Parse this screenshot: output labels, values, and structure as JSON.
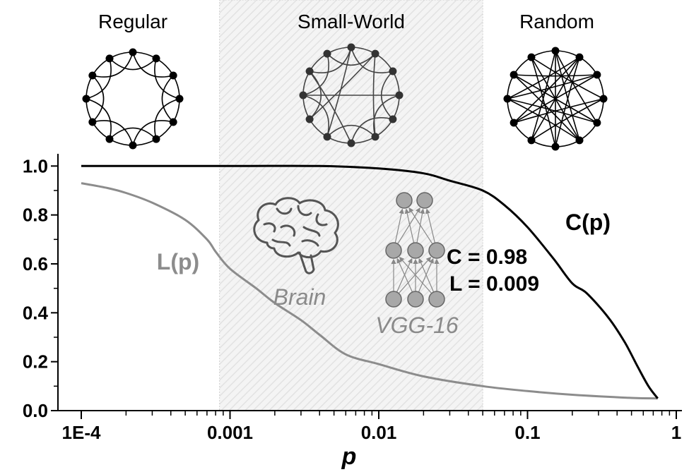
{
  "chart_data": {
    "type": "line",
    "title": "",
    "xlabel": "p",
    "ylabel": "",
    "xscale": "log",
    "xlim": [
      0.0001,
      1
    ],
    "ylim": [
      0,
      1.05
    ],
    "grid": false,
    "x_ticks": [
      {
        "value": 0.0001,
        "label": "1E-4"
      },
      {
        "value": 0.001,
        "label": "0.001"
      },
      {
        "value": 0.01,
        "label": "0.01"
      },
      {
        "value": 0.1,
        "label": "0.1"
      },
      {
        "value": 1,
        "label": "1"
      }
    ],
    "y_ticks": [
      {
        "value": 0.0,
        "label": "0.0"
      },
      {
        "value": 0.2,
        "label": "0.2"
      },
      {
        "value": 0.4,
        "label": "0.4"
      },
      {
        "value": 0.6,
        "label": "0.6"
      },
      {
        "value": 0.8,
        "label": "0.8"
      },
      {
        "value": 1.0,
        "label": "1.0"
      }
    ],
    "series": [
      {
        "name": "C(p)",
        "color": "#000000",
        "points": [
          [
            0.0001,
            1.0
          ],
          [
            0.001,
            1.0
          ],
          [
            0.004,
            1.0
          ],
          [
            0.01,
            0.99
          ],
          [
            0.02,
            0.97
          ],
          [
            0.03,
            0.94
          ],
          [
            0.05,
            0.9
          ],
          [
            0.07,
            0.84
          ],
          [
            0.1,
            0.75
          ],
          [
            0.15,
            0.62
          ],
          [
            0.2,
            0.52
          ],
          [
            0.25,
            0.48
          ],
          [
            0.35,
            0.38
          ],
          [
            0.45,
            0.28
          ],
          [
            0.55,
            0.18
          ],
          [
            0.65,
            0.1
          ],
          [
            0.75,
            0.05
          ]
        ]
      },
      {
        "name": "L(p)",
        "color": "#8c8c8c",
        "points": [
          [
            0.0001,
            0.93
          ],
          [
            0.00015,
            0.91
          ],
          [
            0.0002,
            0.89
          ],
          [
            0.0003,
            0.85
          ],
          [
            0.0005,
            0.78
          ],
          [
            0.0007,
            0.7
          ],
          [
            0.0008,
            0.65
          ],
          [
            0.001,
            0.58
          ],
          [
            0.0015,
            0.5
          ],
          [
            0.002,
            0.44
          ],
          [
            0.003,
            0.37
          ],
          [
            0.004,
            0.31
          ],
          [
            0.006,
            0.23
          ],
          [
            0.01,
            0.19
          ],
          [
            0.02,
            0.14
          ],
          [
            0.05,
            0.1
          ],
          [
            0.1,
            0.08
          ],
          [
            0.2,
            0.065
          ],
          [
            0.5,
            0.052
          ],
          [
            0.75,
            0.05
          ]
        ]
      }
    ],
    "shaded_region": {
      "x": [
        0.00085,
        0.05
      ],
      "label": "Small-World"
    },
    "regimes": [
      {
        "label": "Regular",
        "type": "regular"
      },
      {
        "label": "Small-World",
        "type": "small-world"
      },
      {
        "label": "Random",
        "type": "random"
      }
    ],
    "annotations": {
      "c_label": "C(p)",
      "l_label": "L(p)",
      "c_value": "C = 0.98",
      "l_value": "L = 0.009",
      "brain_label": "Brain",
      "vgg_label": "VGG-16"
    },
    "colors": {
      "c_line": "#000000",
      "l_line": "#8c8c8c",
      "shade": "#ececec",
      "neuron_fill": "#a8a8a8"
    }
  }
}
